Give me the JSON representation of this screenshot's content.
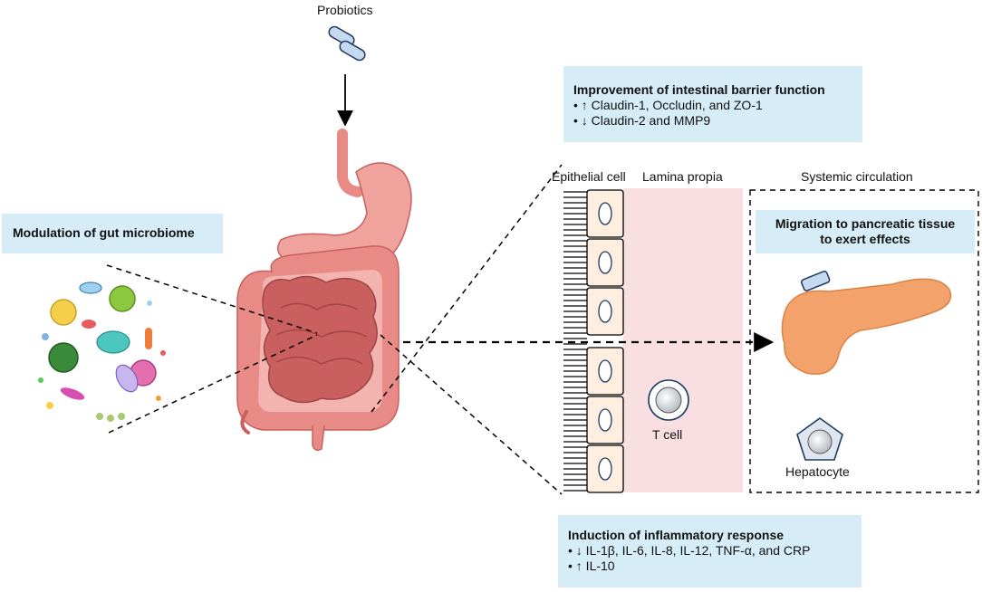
{
  "labels": {
    "probiotics": "Probiotics",
    "epithelial": "Epithelial cell",
    "lamina": "Lamina propia",
    "systemic": "Systemic circulation",
    "tcell": "T cell",
    "hepatocyte": "Hepatocyte"
  },
  "boxes": {
    "microbiome": {
      "title": "Modulation of gut microbiome"
    },
    "barrier": {
      "title": "Improvement of intestinal barrier function",
      "lines": [
        "• ↑ Claudin-1, Occludin, and ZO-1",
        "• ↓ Claudin-2 and MMP9"
      ]
    },
    "migration": {
      "title_lines": [
        "Migration to pancreatic tissue",
        "to exert effects"
      ]
    },
    "inflammatory": {
      "title": "Induction of inflammatory response",
      "lines": [
        "• ↓ IL-1β, IL-6, IL-8, IL-12, TNF-α, and CRP",
        "• ↑ IL-10"
      ]
    }
  },
  "colors": {
    "box_fill": "#d6ecf7",
    "lamina_fill": "#f9dfe2",
    "cell_fill": "#fdeee0",
    "intestine": "#e88a86",
    "small_intestine": "#c9605f",
    "pancreas": "#f2a26a",
    "probiotic": "#c5d9f0"
  }
}
